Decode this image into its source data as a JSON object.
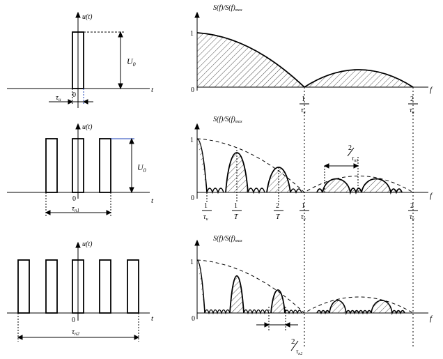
{
  "colors": {
    "ink": "#000000",
    "accent": "#1a3fb8",
    "background": "#ffffff"
  },
  "labels": {
    "u_t": "u(t)",
    "t_axis": "t",
    "f_axis": "f",
    "zero": "0",
    "U0": "U",
    "U0_sub": "0",
    "tau": "τ",
    "tau_sub": "u",
    "tau_n1_sub": "п1",
    "tau_n2_sub": "п2",
    "one": "1",
    "two": "2",
    "T": "T",
    "S_ratio_num": "S(f)",
    "S_ratio_den": "S(f)",
    "S_max_sub": "max"
  },
  "panels": [
    {
      "id": "single-pulse",
      "pulse_count": 1
    },
    {
      "id": "three-pulses",
      "pulse_count": 3
    },
    {
      "id": "five-pulses",
      "pulse_count": 5
    }
  ],
  "icons": {
    "arrow": "arrow-icon"
  }
}
